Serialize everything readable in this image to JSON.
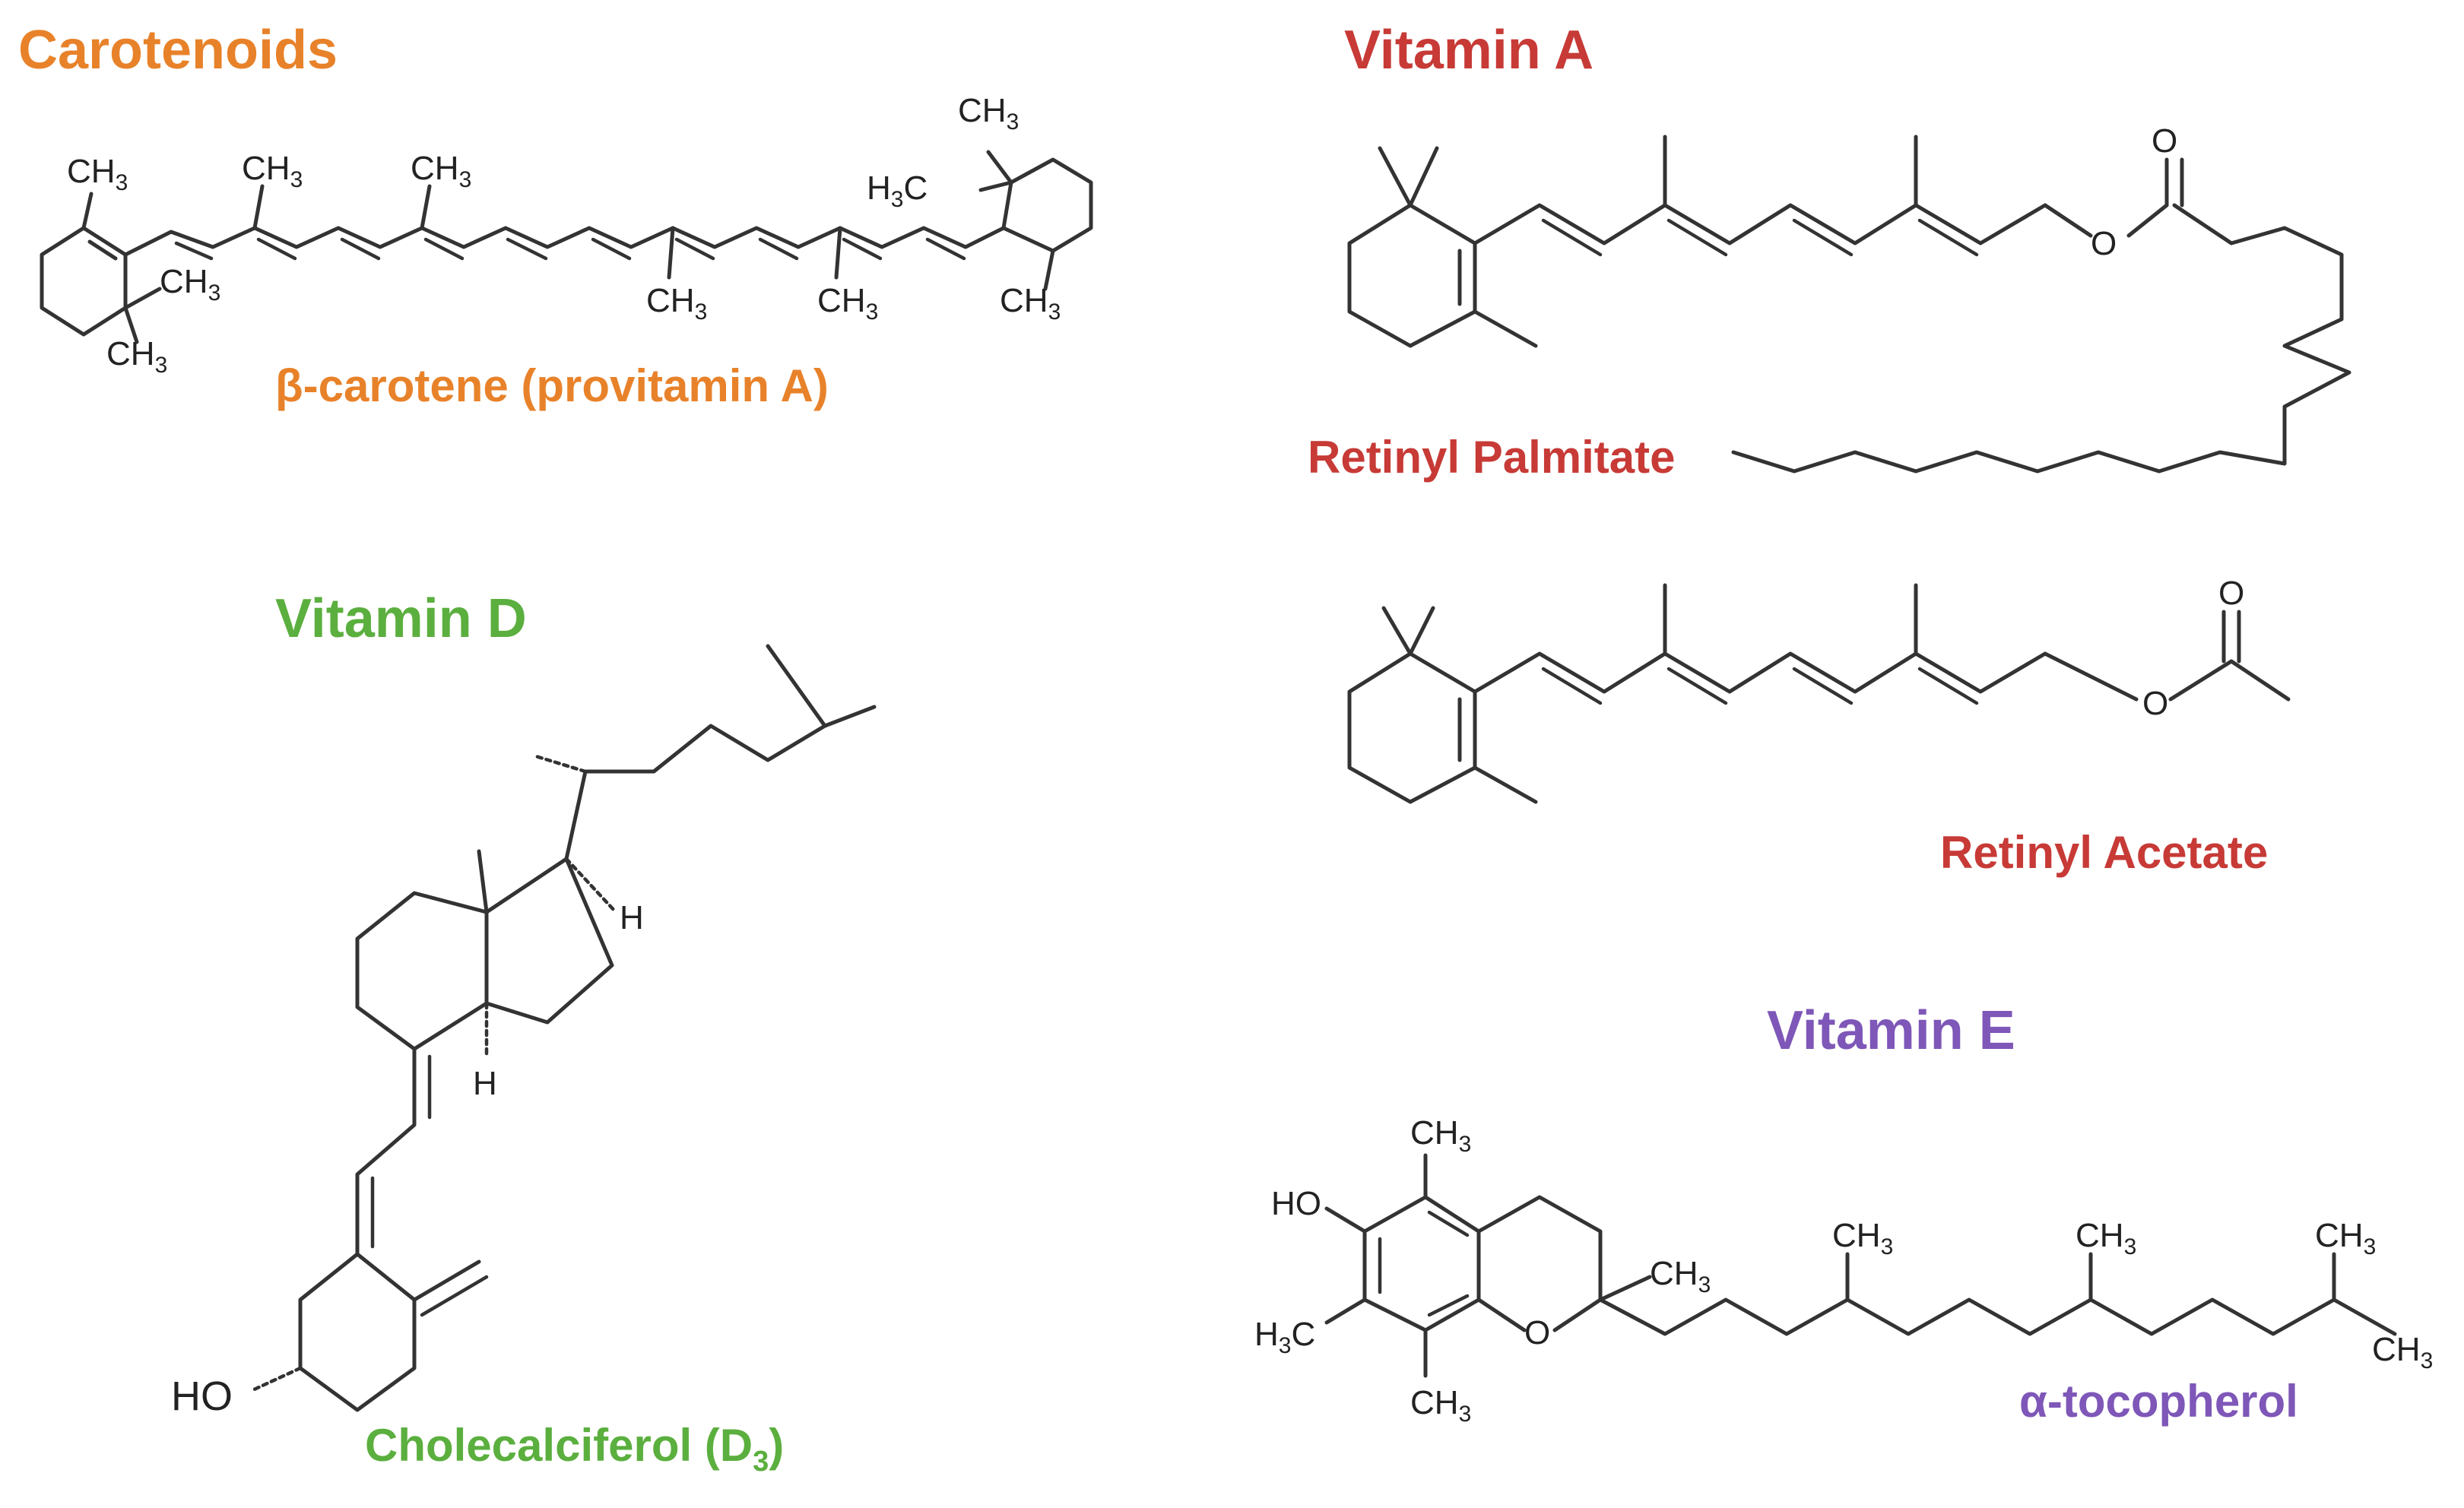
{
  "colors": {
    "carotenoids": "#E8822A",
    "vitamin_a": "#C73A36",
    "vitamin_d": "#5BAF3E",
    "vitamin_e": "#7E57B8",
    "bonds": "#333333"
  },
  "sections": {
    "carotenoids": {
      "title": "Carotenoids",
      "caption": "β-carotene (provitamin A)"
    },
    "vitamin_a": {
      "title": "Vitamin A",
      "caption_palmitate": "Retinyl Palmitate",
      "caption_acetate": "Retinyl Acetate"
    },
    "vitamin_d": {
      "title": "Vitamin D",
      "caption_main": "Cholecalciferol (D",
      "caption_sub": "3",
      "caption_end": ")"
    },
    "vitamin_e": {
      "title": "Vitamin E",
      "caption": "α-tocopherol"
    }
  },
  "atoms": {
    "ch3": "CH",
    "sub3": "3",
    "h3c_h": "H",
    "h3c_c": "C",
    "o": "O",
    "ho": "HO",
    "h": "H"
  }
}
